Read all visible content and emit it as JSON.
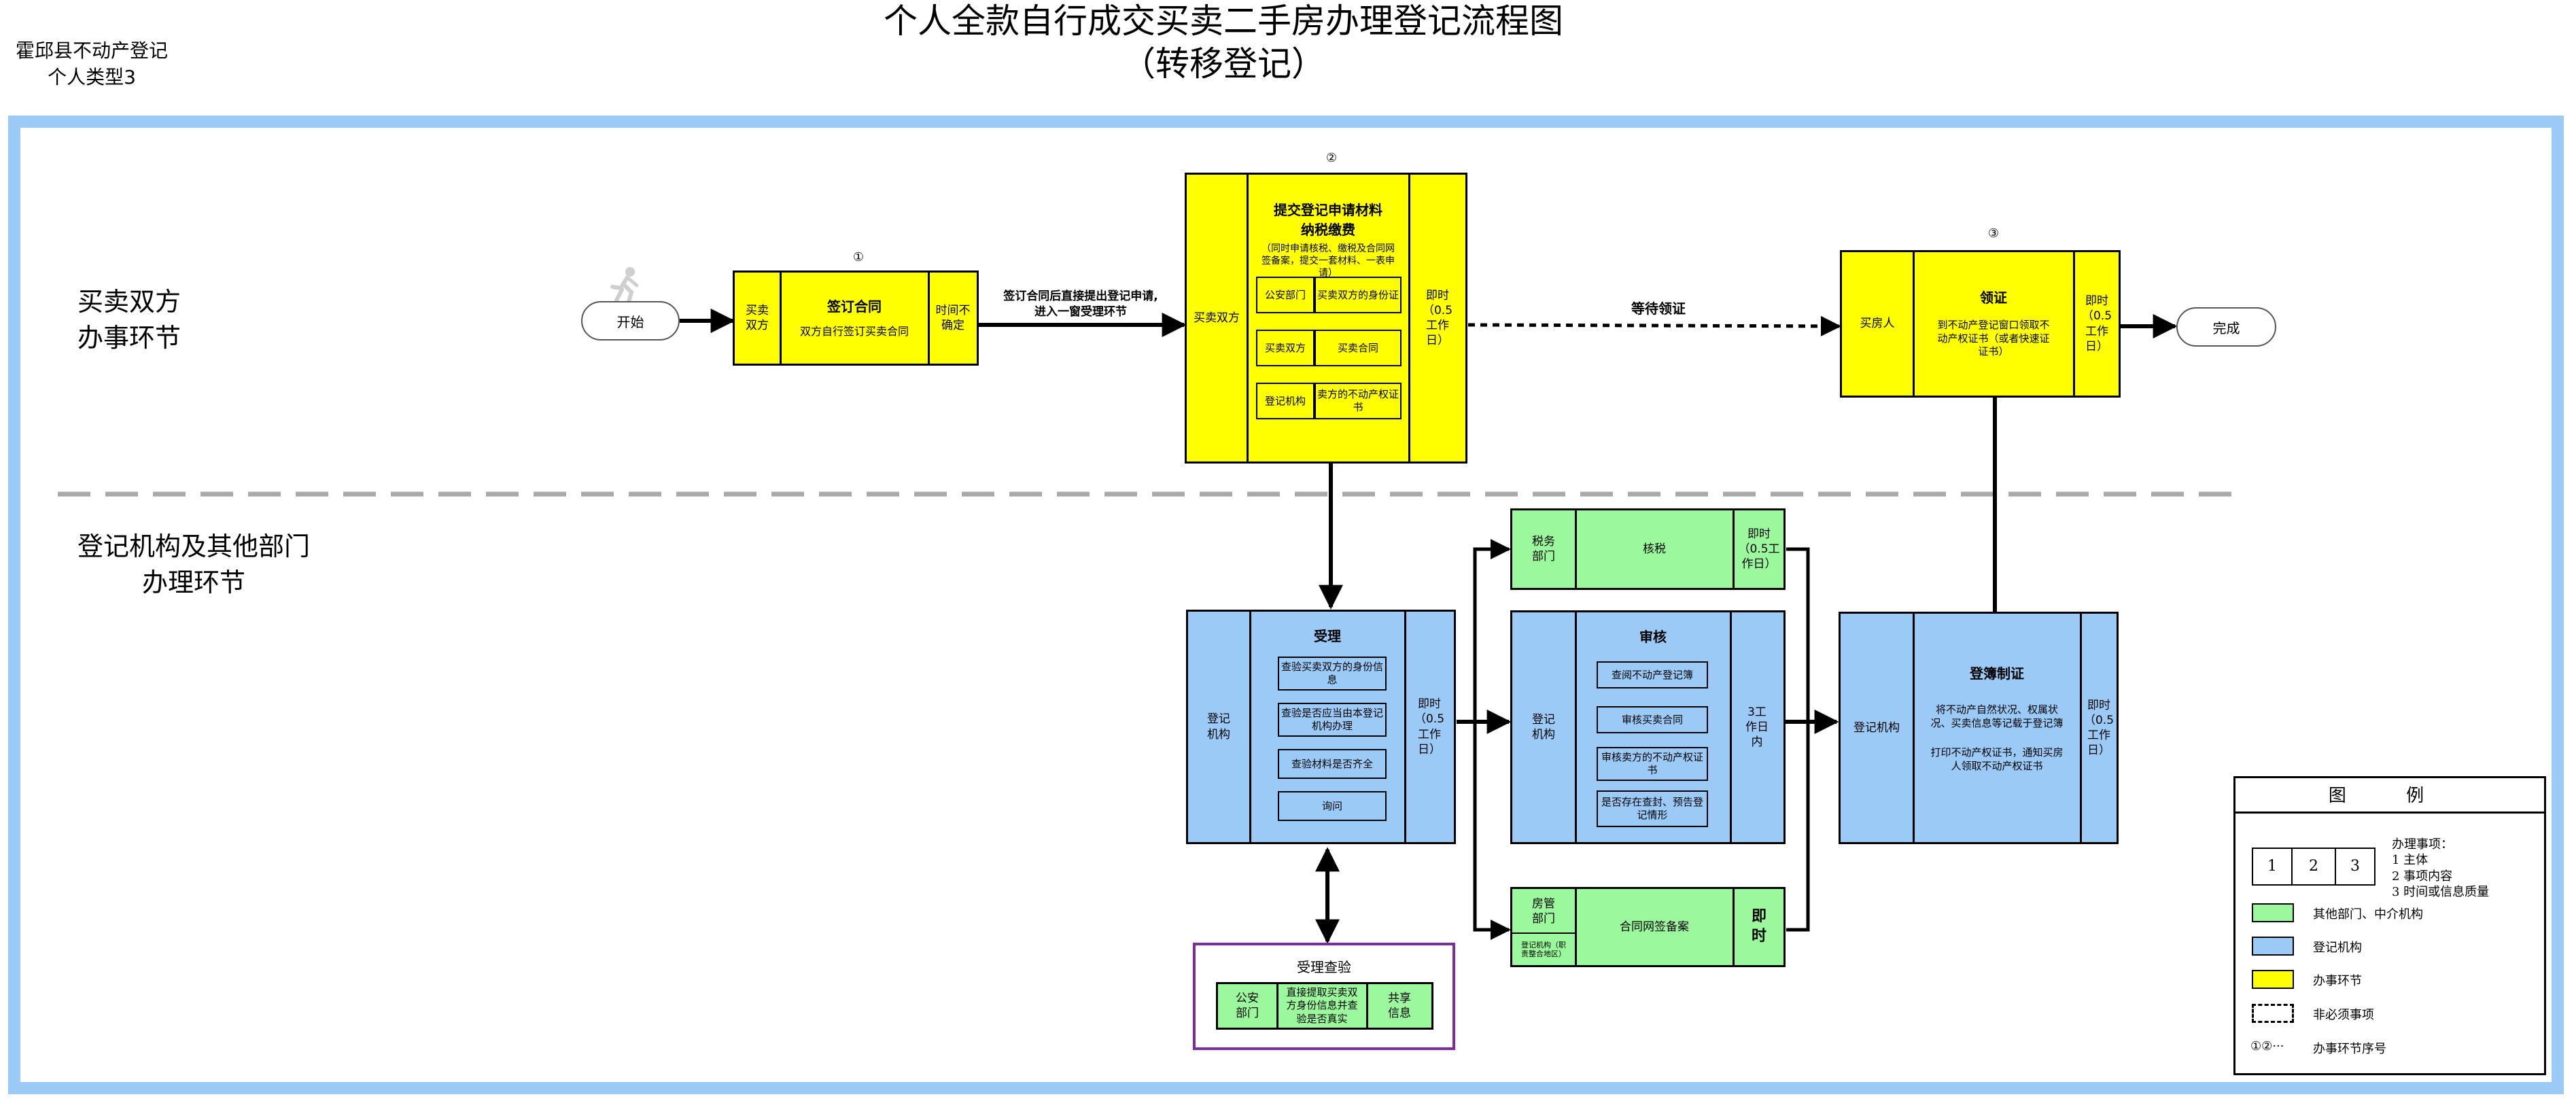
{
  "header": {
    "org_line1": "霍邱县不动产登记",
    "org_line2": "个人类型3",
    "title_line1": "个人全款自行成交买卖二手房办理登记流程图",
    "title_line2": "（转移登记）"
  },
  "lanes": {
    "top_line1": "买卖双方",
    "top_line2": "办事环节",
    "bottom_line1": "登记机构及其他部门",
    "bottom_line2": "办理环节"
  },
  "terminals": {
    "start": "开始",
    "end": "完成"
  },
  "step_markers": {
    "s1": "①",
    "s2": "②",
    "s3": "③"
  },
  "sign_contract": {
    "left": "买卖双方",
    "title": "签订合同",
    "desc": "双方自行签订买卖合同",
    "right": "时间不确定"
  },
  "connector_label_1_line1": "签订合同后直接提出登记申请,",
  "connector_label_1_line2": "进入一窗受理环节",
  "submit": {
    "left": "买卖双方",
    "title_line1": "提交登记申请材料",
    "title_line2": "纳税缴费",
    "note": "（同时申请核税、缴税及合同网签备案，提交一套材料、一表申请）",
    "rows": [
      {
        "org": "公安部门",
        "doc": "买卖双方的身份证"
      },
      {
        "org": "买卖双方",
        "doc": "买卖合同"
      },
      {
        "org": "登记机构",
        "doc": "卖方的不动产权证书"
      }
    ],
    "right": "即时（0.5工作日）"
  },
  "wait_label": "等待领证",
  "collect": {
    "left": "买房人",
    "title": "领证",
    "desc": "到不动产登记窗口领取不动产权证书（或者快速证证书）",
    "right": "即时（0.5工作日）"
  },
  "accept": {
    "left": "登记机构",
    "title": "受理",
    "items": [
      "查验买卖双方的身份信息",
      "查验是否应当由本登记机构办理",
      "查验材料是否齐全",
      "询问"
    ],
    "right": "即时（0.5工作日）"
  },
  "verify": {
    "title": "受理查验",
    "left": "公安部门",
    "mid": "直接提取买卖双方身份信息并查验是否真实",
    "right": "共享信息"
  },
  "tax": {
    "left": "税务部门",
    "mid": "核税",
    "right": "即时（0.5工作日）"
  },
  "review": {
    "left": "登记机构",
    "title": "审核",
    "items": [
      "查阅不动产登记簿",
      "审核买卖合同",
      "审核卖方的不动产权证书",
      "是否存在查封、预告登记情形"
    ],
    "right": "3工作日内"
  },
  "housing": {
    "left_top": "房管部门",
    "left_bottom": "登记机构（职责整合地区）",
    "mid": "合同网签备案",
    "right": "即时"
  },
  "register": {
    "left": "登记机构",
    "title": "登簿制证",
    "desc1": "将不动产自然状况、权属状况、买卖信息等记载于登记簿",
    "desc2": "打印不动产权证书，通知买房人领取不动产权证书",
    "right": "即时（0.5工作日）"
  },
  "legend": {
    "title": "图 例",
    "box_nums": [
      "1",
      "2",
      "3"
    ],
    "items_head": "办理事项：",
    "items": [
      "1 主体",
      "2 事项内容",
      "3 时间或信息质量"
    ],
    "green": "其他部门、中介机构",
    "blue": "登记机构",
    "yellow": "办事环节",
    "dashed": "非必须事项",
    "seq_symbol": "①②···",
    "seq": "办事环节序号",
    "colors": {
      "green": "#9cf89c",
      "blue": "#9ccaf7",
      "yellow": "#ffff00"
    }
  }
}
